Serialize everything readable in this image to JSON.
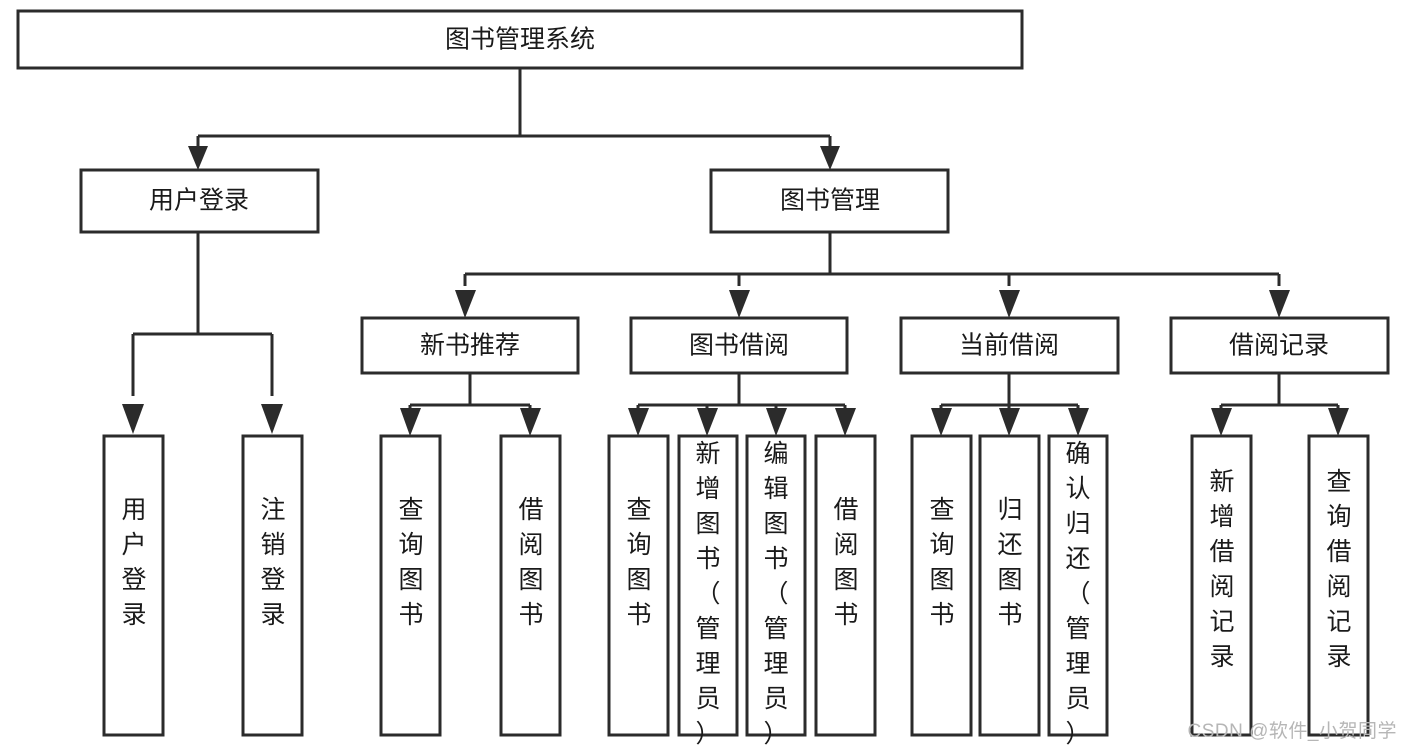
{
  "diagram": {
    "type": "tree",
    "title": "图书管理系统",
    "watermark": "CSDN @软件_小贺同学",
    "colors": {
      "stroke": "#2b2b2b",
      "fill": "#ffffff",
      "text": "#1a1a1a",
      "watermark": "#b6b6b6"
    },
    "levels": {
      "level0": [
        {
          "id": "root",
          "label": "图书管理系统"
        }
      ],
      "level1": [
        {
          "id": "user-login",
          "label": "用户登录"
        },
        {
          "id": "book-manage",
          "label": "图书管理"
        }
      ],
      "level2": [
        {
          "id": "new-book-recommend",
          "label": "新书推荐"
        },
        {
          "id": "book-borrow",
          "label": "图书借阅"
        },
        {
          "id": "current-borrow",
          "label": "当前借阅"
        },
        {
          "id": "borrow-record",
          "label": "借阅记录"
        }
      ],
      "level3": [
        {
          "id": "leaf-user-login",
          "label": "用户登录"
        },
        {
          "id": "leaf-user-logout",
          "label": "注销登录"
        },
        {
          "id": "leaf-query-book-1",
          "label": "查询图书"
        },
        {
          "id": "leaf-borrow-book-1",
          "label": "借阅图书"
        },
        {
          "id": "leaf-query-book-2",
          "label": "查询图书"
        },
        {
          "id": "leaf-add-book",
          "label": "新增图书（管理员）"
        },
        {
          "id": "leaf-edit-book",
          "label": "编辑图书（管理员）"
        },
        {
          "id": "leaf-borrow-book-2",
          "label": "借阅图书"
        },
        {
          "id": "leaf-query-book-3",
          "label": "查询图书"
        },
        {
          "id": "leaf-return-book",
          "label": "归还图书"
        },
        {
          "id": "leaf-confirm-return",
          "label": "确认归还（管理员）"
        },
        {
          "id": "leaf-add-record",
          "label": "新增借阅记录"
        },
        {
          "id": "leaf-query-record",
          "label": "查询借阅记录"
        }
      ]
    },
    "edges": [
      {
        "from": "root",
        "to": "user-login"
      },
      {
        "from": "root",
        "to": "book-manage"
      },
      {
        "from": "user-login",
        "to": "leaf-user-login"
      },
      {
        "from": "user-login",
        "to": "leaf-user-logout"
      },
      {
        "from": "book-manage",
        "to": "new-book-recommend"
      },
      {
        "from": "book-manage",
        "to": "book-borrow"
      },
      {
        "from": "book-manage",
        "to": "current-borrow"
      },
      {
        "from": "book-manage",
        "to": "borrow-record"
      },
      {
        "from": "new-book-recommend",
        "to": "leaf-query-book-1"
      },
      {
        "from": "new-book-recommend",
        "to": "leaf-borrow-book-1"
      },
      {
        "from": "book-borrow",
        "to": "leaf-query-book-2"
      },
      {
        "from": "book-borrow",
        "to": "leaf-add-book"
      },
      {
        "from": "book-borrow",
        "to": "leaf-edit-book"
      },
      {
        "from": "book-borrow",
        "to": "leaf-borrow-book-2"
      },
      {
        "from": "current-borrow",
        "to": "leaf-query-book-3"
      },
      {
        "from": "current-borrow",
        "to": "leaf-return-book"
      },
      {
        "from": "current-borrow",
        "to": "leaf-confirm-return"
      },
      {
        "from": "borrow-record",
        "to": "leaf-add-record"
      },
      {
        "from": "borrow-record",
        "to": "leaf-query-record"
      }
    ]
  }
}
